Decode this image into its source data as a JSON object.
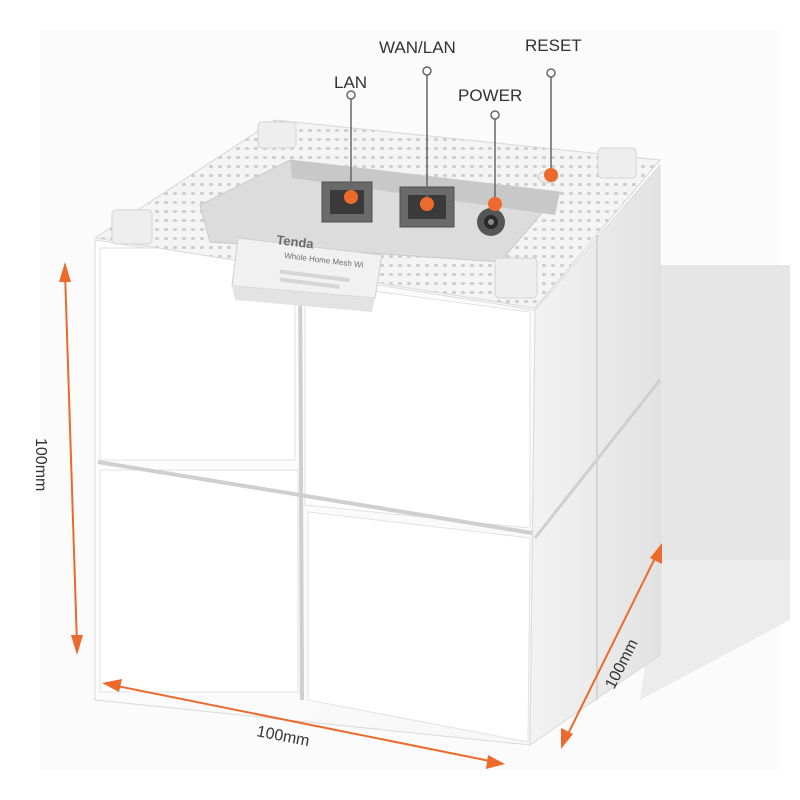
{
  "callouts": {
    "lan": "LAN",
    "wan_lan": "WAN/LAN",
    "power": "POWER",
    "reset": "RESET"
  },
  "dimensions": {
    "height": "100mm",
    "width": "100mm",
    "depth": "100mm"
  },
  "device_label": {
    "brand": "Tenda",
    "product_line": "Whole Home Mesh Wi"
  },
  "colors": {
    "accent": "#ec6a2b",
    "body": "#ffffff",
    "shadow": "#e9e9e9"
  }
}
